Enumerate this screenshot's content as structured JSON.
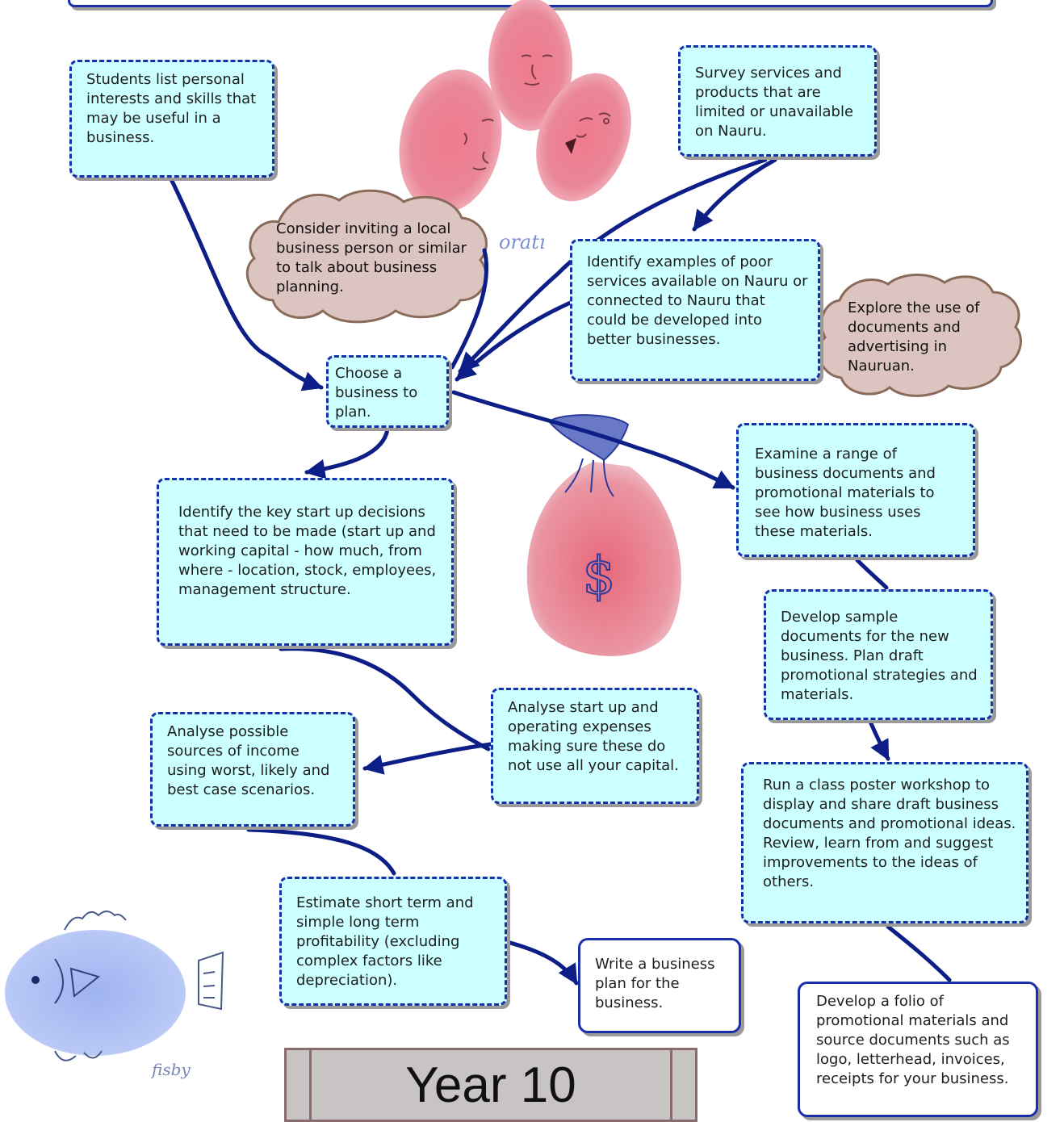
{
  "boxes": {
    "students_list": "Students list personal interests and skills that may be useful in a business.",
    "survey_services": "Survey services and products that are limited or unavailable on Nauru.",
    "identify_examples": "Identify examples of poor services available on Nauru or connected to Nauru that could be developed into better businesses.",
    "choose_business": "Choose a business to plan.",
    "examine_range": "Examine a range of business documents and promotional materials to see how business uses these materials.",
    "identify_decisions": "Identify the key start up decisions that need to be made (start up and working capital - how much, from where - location, stock, employees, management structure.",
    "develop_sample": "Develop sample documents for the new business. Plan draft promotional strategies and materials.",
    "analyse_expenses": "Analyse start up and operating expenses making sure these do not use all your capital.",
    "analyse_income": "Analyse possible sources of income using worst, likely and best case scenarios.",
    "run_workshop": "Run a class poster workshop to display and share draft business documents and promotional ideas. Review, learn from and suggest improvements to the ideas of others.",
    "estimate_profit": "Estimate short term and simple long term profitability (excluding complex factors like depreciation).",
    "write_plan": "Write a business plan for the business.",
    "develop_folio": "Develop a folio of promotional materials and source documents such as logo, letterhead, invoices, receipts for your business."
  },
  "clouds": {
    "invite": "Consider inviting a local business person or similar to talk about business planning.",
    "explore": "Explore the use of documents and advertising in Nauruan."
  },
  "drawings": {
    "fingerprint_caption": "oratı",
    "fish_caption": "fisby",
    "dollar": "$"
  },
  "title": "Year 10",
  "colors": {
    "box_fill": "#ccffff",
    "box_border": "#1a2faa",
    "arrow": "#0d1f86",
    "cloud_fill": "#dcc4c0",
    "cloud_border": "#8a6b5a",
    "title_fill": "#c8c4c4"
  }
}
